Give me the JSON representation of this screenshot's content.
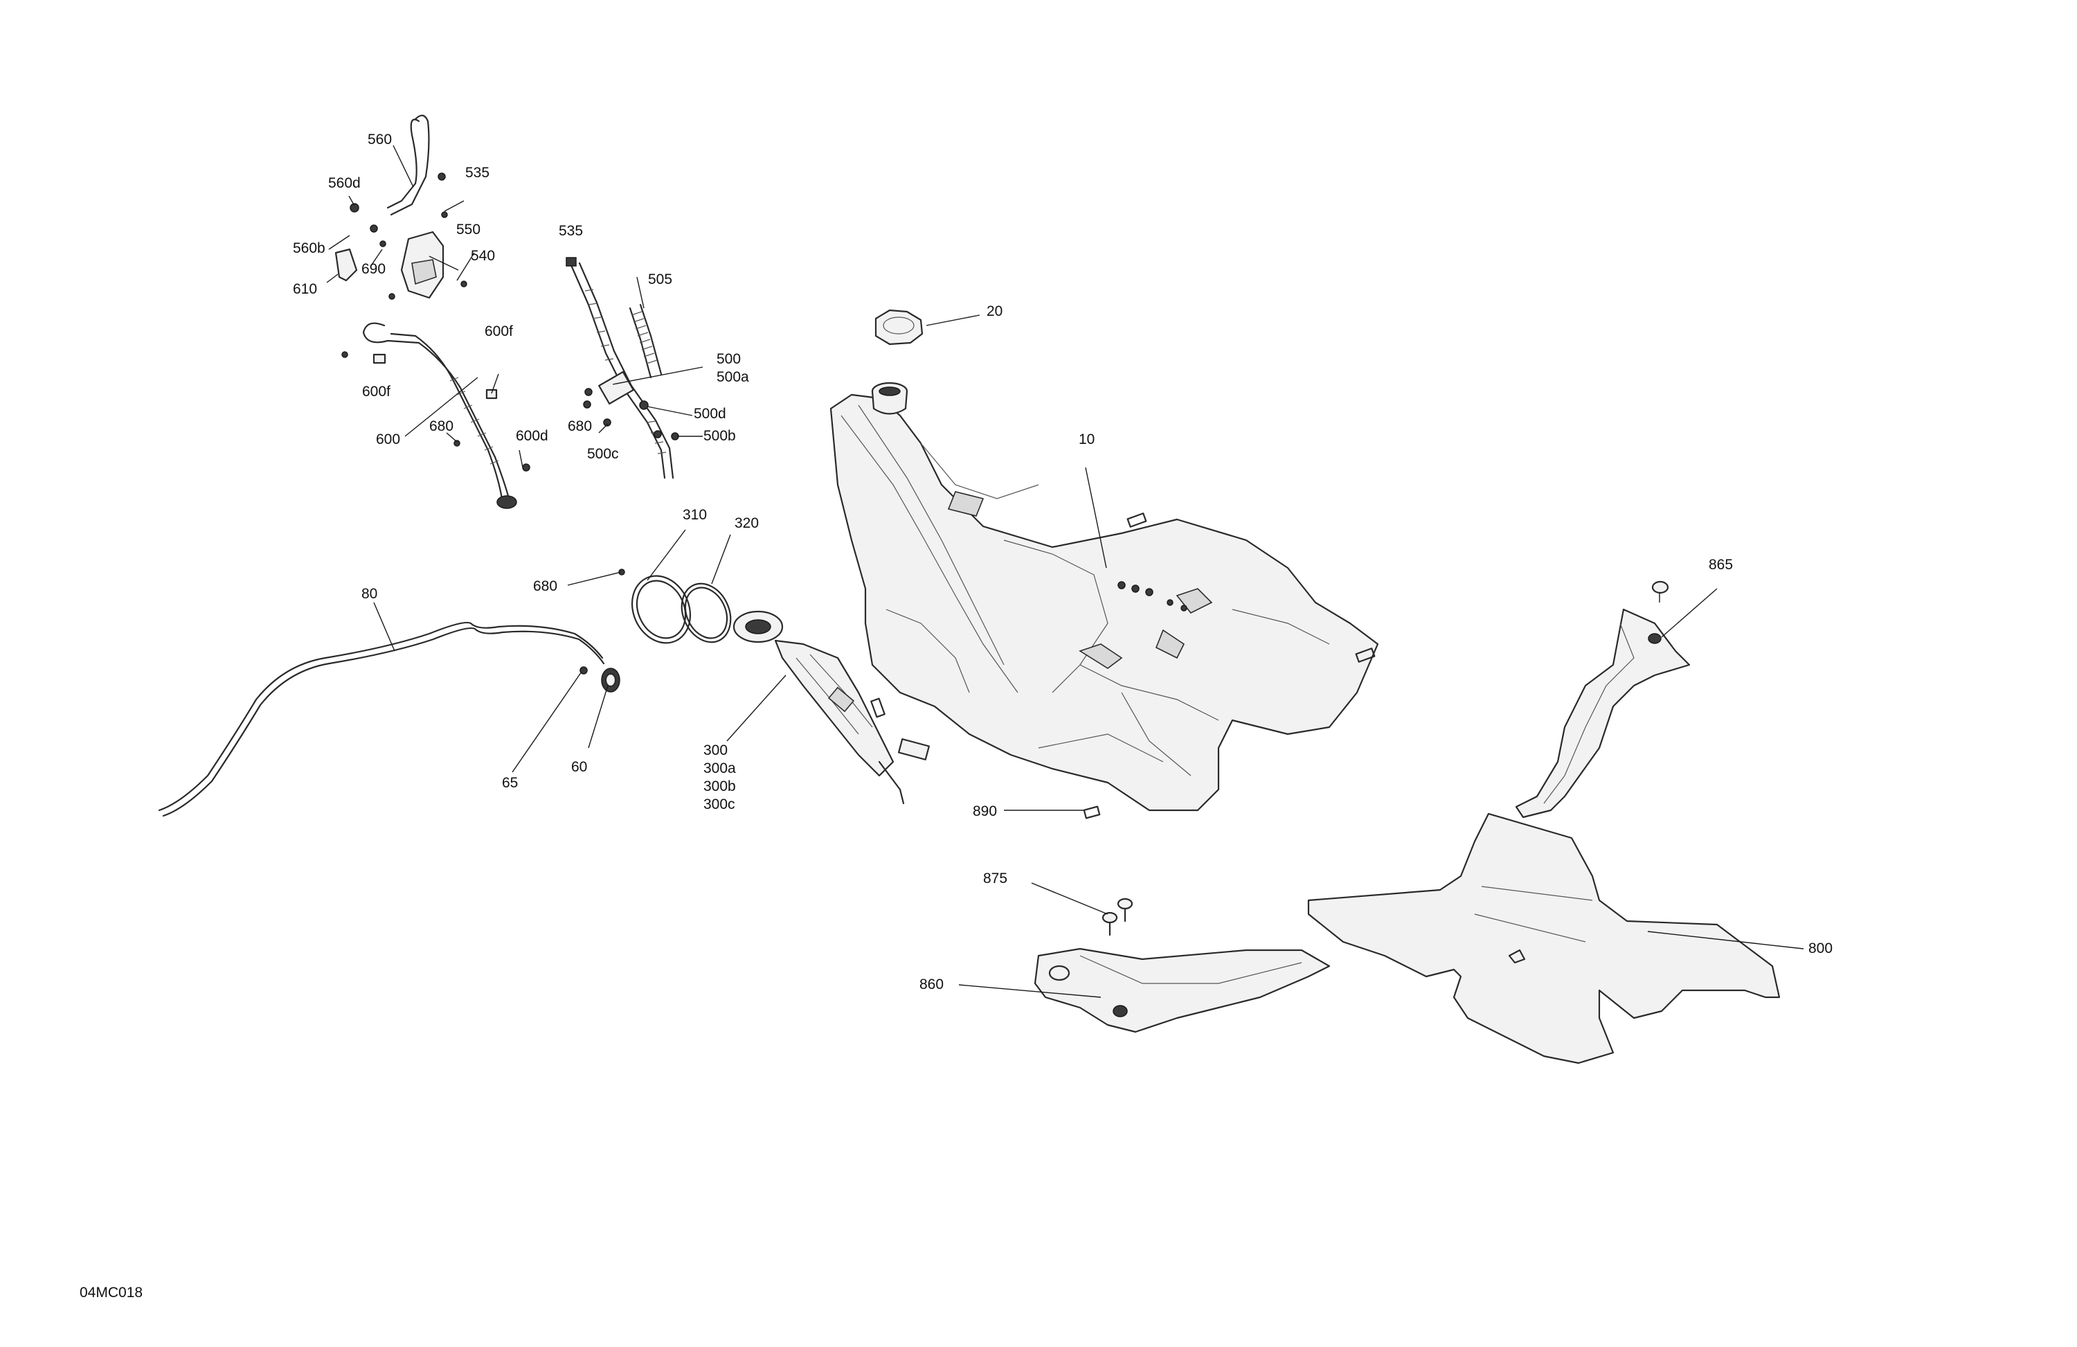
{
  "diagram_id": "04MC018",
  "callouts": {
    "c10": "10",
    "c20": "20",
    "c60": "60",
    "c65": "65",
    "c80": "80",
    "c300": "300",
    "c300a": "300a",
    "c300b": "300b",
    "c300c": "300c",
    "c310": "310",
    "c320": "320",
    "c500": "500",
    "c500a": "500a",
    "c500b": "500b",
    "c500c": "500c",
    "c500d": "500d",
    "c505": "505",
    "c535_top": "535",
    "c535": "535",
    "c540": "540",
    "c550": "550",
    "c560": "560",
    "c560b": "560b",
    "c560d": "560d",
    "c600": "600",
    "c600d": "600d",
    "c600f_upper": "600f",
    "c600f_lower": "600f",
    "c610": "610",
    "c680_a": "680",
    "c680_b": "680",
    "c680_c": "680",
    "c690": "690",
    "c800": "800",
    "c860": "860",
    "c865": "865",
    "c875": "875",
    "c890": "890"
  }
}
